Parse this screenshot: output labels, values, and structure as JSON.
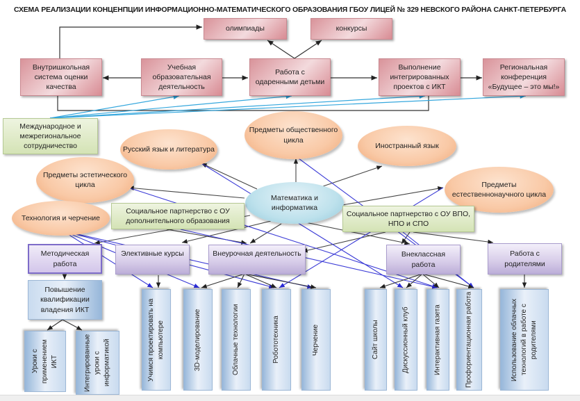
{
  "title": "СХЕМА РЕАЛИЗАЦИИ КОНЦЕНПЦИИ ИНФОРМАЦИОННО-МАТЕМАТИЧЕСКОГО ОБРАЗОВАНИЯ ГБОУ ЛИЦЕЙ № 329 НЕВСКОГО РАЙОНА САНКТ-ПЕТЕРБУРГА",
  "top_row": {
    "olympiads": "олимпиады",
    "contests": "конкурсы",
    "quality_system": "Внутришкольная система оценки качества",
    "educational_activity": "Учебная образовательная деятельность",
    "gifted_children": "Работа с одаренными детьми",
    "integrated_projects": "Выполнение интегрированных проектов с ИКТ",
    "regional_conference": "Региональная конференция «Будущее – это мы!»"
  },
  "international": "Международное и межрегиональное сотрудничество",
  "subjects": {
    "russian": "Русский язык и литература",
    "social": "Предметы общественного цикла",
    "foreign": "Иностранный язык",
    "aesthetic": "Предметы эстетического цикла",
    "natural": "Предметы естественнонаучного цикла",
    "technology": "Технология и черчение",
    "math": "Математика и информатика"
  },
  "partnerships": {
    "additional": "Социальное партнерство с ОУ дополнительного образования",
    "higher": "Социальное партнерство с ОУ ВПО, НПО и СПО"
  },
  "activities": {
    "methodical": "Методическая работа",
    "electives": "Элективные курсы",
    "extracurricular": "Внеурочная деятельность",
    "outofclass": "Внеклассная работа",
    "parents": "Работа с родителями"
  },
  "qualification": "Повышение квалификации владения ИКТ",
  "leaves": {
    "ict_lessons": "Уроки с применением ИКТ",
    "integrated_lessons": "Интегрированные уроки с информатикой",
    "design": "Учимся проектировать на компьютере",
    "modeling": "3D-моделирование",
    "cloud": "Облачные технологии",
    "robotics": "Робототехника",
    "drawing": "Черчение",
    "website": "Сайт школы",
    "discussion": "Дискуссионный клуб",
    "newspaper": "Интерактивная газета",
    "career": "Профориентационная работа",
    "cloud_parents": "Использование облачных технологий в работе с родителями"
  }
}
